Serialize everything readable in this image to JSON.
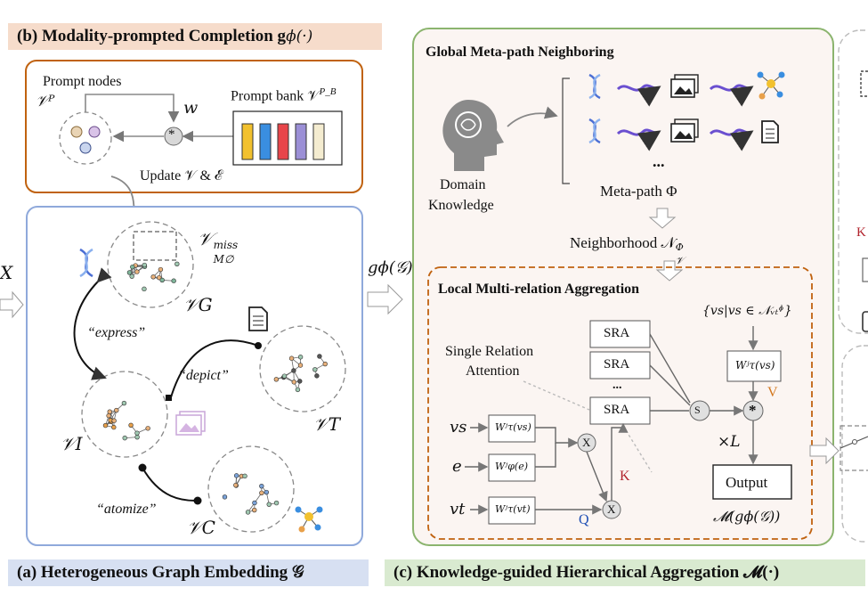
{
  "captions": {
    "b_title": "(b) Modality-prompted Completion g",
    "b_math": "ϕ(·)",
    "a_title": "(a) Heterogeneous Graph Embedding 𝒢",
    "c_title": "(c) Knowledge-guided Hierarchical Aggregation 𝓜(·)"
  },
  "panel_b": {
    "prompt_nodes": "Prompt nodes",
    "vp": "𝒱ᴾ",
    "w": "w",
    "prompt_bank": "Prompt bank 𝒱",
    "prompt_bank_sup": "P_B",
    "update": "Update 𝒱 & ℰ",
    "star": "*"
  },
  "panel_a": {
    "x": "X",
    "vmiss": "𝒱",
    "vmiss_sup": "miss",
    "vmiss_sub": "M∅",
    "vg": "𝒱G",
    "vi": "𝒱I",
    "vt": "𝒱T",
    "vc": "𝒱C",
    "express": "“express”",
    "depict": "“depict”",
    "atomize": "“atomize”",
    "g_phi": "gϕ(𝒢)"
  },
  "panel_c": {
    "global_title": "Global Meta-path Neighboring",
    "domain": "Domain",
    "knowledge": "Knowledge",
    "ellipsis": "...",
    "meta_path": "Meta-path Φ",
    "neighborhood": "Neighborhood 𝒩",
    "nb_sup": "Φ",
    "nb_sub": "𝒱",
    "local_title": "Local Multi-relation Aggregation",
    "single": "Single Relation",
    "attention": "Attention",
    "sra": [
      "SRA",
      "SRA",
      "SRA"
    ],
    "sra_dots": "...",
    "set": "{vs|vs ∈ 𝒩ᵥₜᶲ}",
    "w_top": "Wʲτ(vs)",
    "v": "V",
    "k": "K",
    "q": "Q",
    "xl": "×L",
    "output": "Output",
    "m_out": "𝓜(gϕ(𝒢))",
    "vs": "vs",
    "e": "e",
    "vt": "vt",
    "w_vs": "Wʲτ(vs)",
    "w_e": "Wʲφ(e)",
    "w_vt": "Wʲτ(vt)",
    "s": "S",
    "x_op": "X",
    "star_op": "*"
  },
  "right_partial": {
    "k": "K"
  },
  "colors": {
    "orange_border": "#c0620f",
    "blue_border": "#8fa9db",
    "green_border": "#8bb46e",
    "cap_b_bg": "#f6dccb",
    "cap_a_bg": "#d7e0f2",
    "cap_c_bg": "#d9ead0",
    "panel_c_bg": "#fbf5f2",
    "blue_text": "#1f4fb4",
    "red_text": "#b1232c",
    "orange_text": "#d3781f"
  }
}
